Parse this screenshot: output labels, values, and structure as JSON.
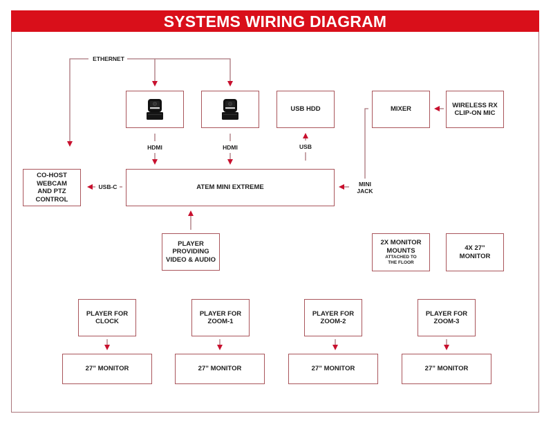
{
  "title": "SYSTEMS WIRING DIAGRAM",
  "colors": {
    "accent": "#d90f1a",
    "box_border": "#a9545a",
    "wire": "#a9747a",
    "arrow": "#c8102e"
  },
  "nodes": {
    "camera1": {
      "label": "",
      "icon": "ptz-camera-icon"
    },
    "camera2": {
      "label": "",
      "icon": "ptz-camera-icon"
    },
    "usb_hdd": {
      "label": "USB HDD"
    },
    "mixer": {
      "label": "MIXER"
    },
    "wireless": {
      "line1": "WIRELESS RX",
      "line2": "CLIP-ON MIC"
    },
    "cohost": {
      "line1": "CO-HOST",
      "line2": "WEBCAM",
      "line3": "AND PTZ",
      "line4": "CONTROL"
    },
    "atem": {
      "label": "ATEM MINI EXTREME"
    },
    "player_av": {
      "line1": "PLAYER",
      "line2": "PROVIDING",
      "line3": "VIDEO & AUDIO"
    },
    "mounts": {
      "line1": "2X MONITOR",
      "line2": "MOUNTS",
      "sub1": "ATTACHED TO",
      "sub2": "THE FLOOR"
    },
    "monitors4x": {
      "line1": "4X 27”",
      "line2": "MONITOR"
    },
    "players": [
      {
        "line1": "PLAYER FOR",
        "line2": "CLOCK",
        "monitor": "27” MONITOR"
      },
      {
        "line1": "PLAYER FOR",
        "line2": "ZOOM-1",
        "monitor": "27” MONITOR"
      },
      {
        "line1": "PLAYER FOR",
        "line2": "ZOOM-2",
        "monitor": "27” MONITOR"
      },
      {
        "line1": "PLAYER FOR",
        "line2": "ZOOM-3",
        "monitor": "27” MONITOR"
      }
    ]
  },
  "connections": {
    "ethernet": "ETHERNET",
    "hdmi1": "HDMI",
    "hdmi2": "HDMI",
    "usb": "USB",
    "usbc": "USB-C",
    "minijack_line1": "MINI",
    "minijack_line2": "JACK"
  }
}
